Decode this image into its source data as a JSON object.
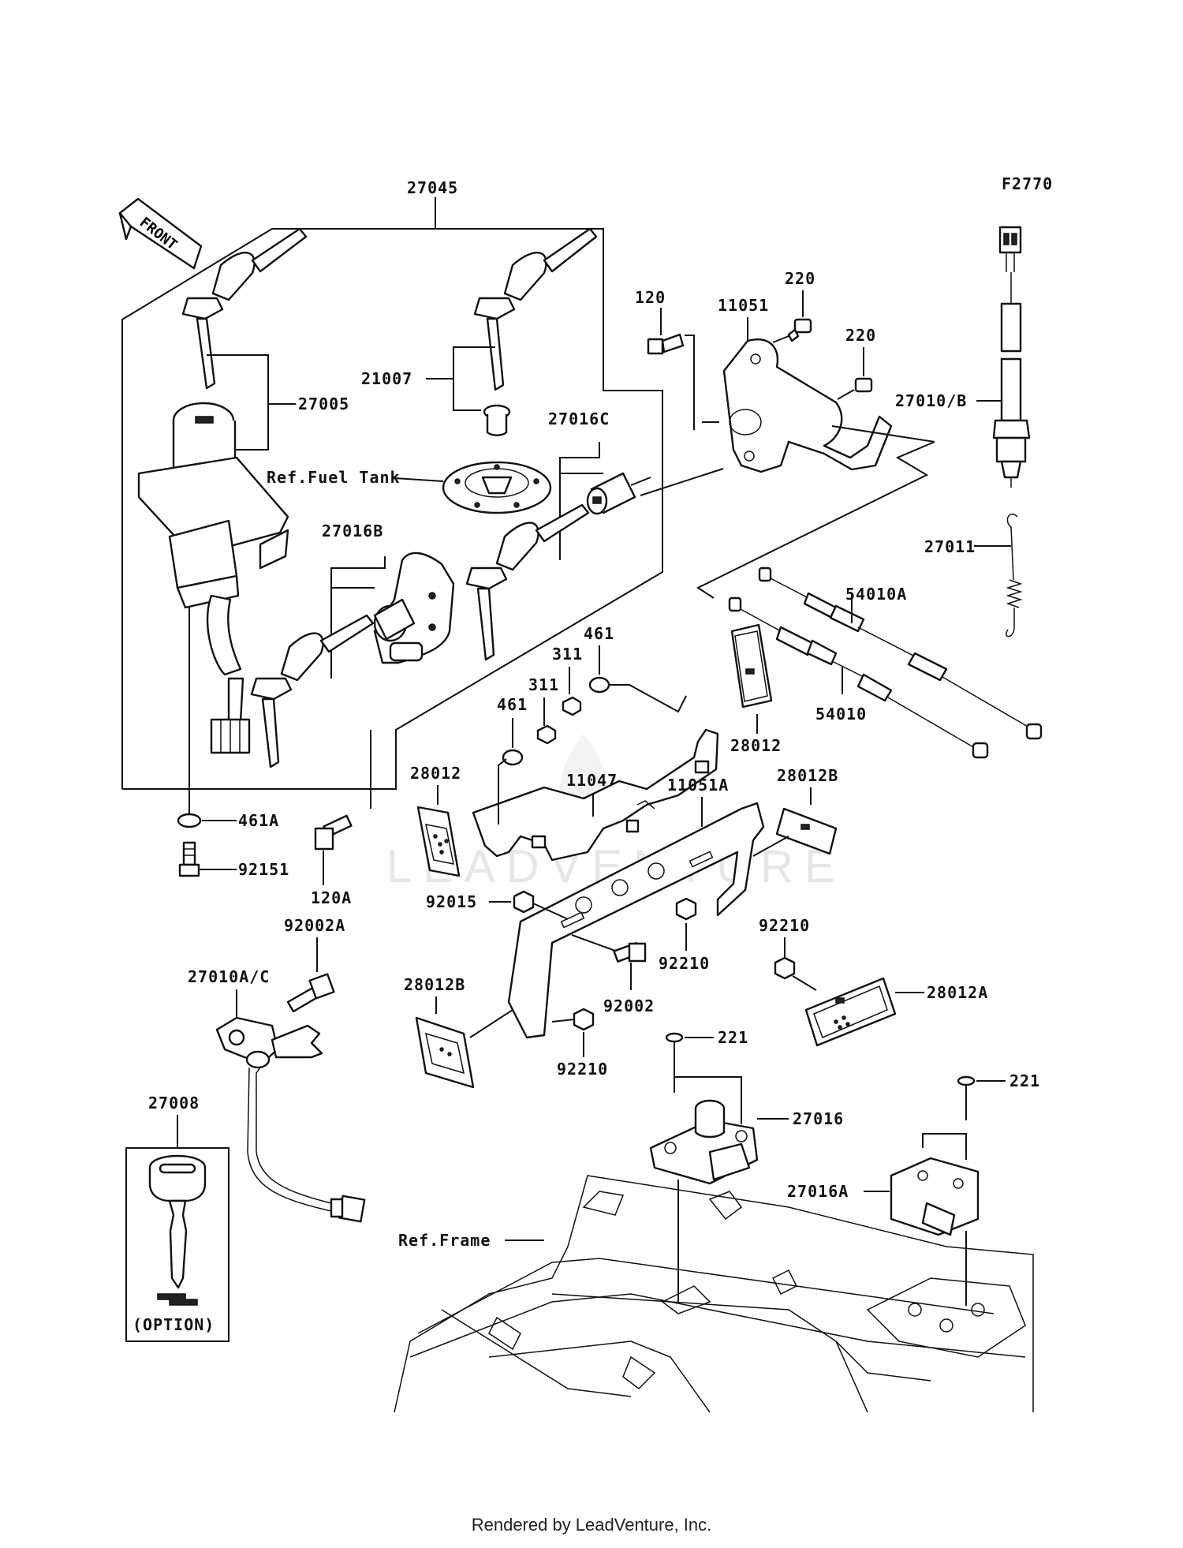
{
  "diagram_code": "F2770",
  "front_marker": "FRONT",
  "footer": "Rendered by LeadVenture, Inc.",
  "watermark": "LEADVENTURE",
  "labels": {
    "l27045": "27045",
    "l27005": "27005",
    "l21007": "21007",
    "lfuel": "Ref.Fuel Tank",
    "l27016c": "27016C",
    "l120": "120",
    "l11051": "11051",
    "l220a": "220",
    "l220b": "220",
    "l27010b": "27010/B",
    "l27011": "27011",
    "l27016b": "27016B",
    "l461a_top": "461",
    "l311a": "311",
    "l311b": "311",
    "l461b": "461",
    "l54010a": "54010A",
    "l54010": "54010",
    "l28012r": "28012",
    "l28012l": "28012",
    "l11047": "11047",
    "l11051a": "11051A",
    "l28012b_top": "28012B",
    "l461A": "461A",
    "l92151": "92151",
    "l120A": "120A",
    "l92002A": "92002A",
    "l92015": "92015",
    "l92210a": "92210",
    "l92210b": "92210",
    "l92210c": "92210",
    "l27010ac": "27010A/C",
    "l28012b_bot": "28012B",
    "l92002": "92002",
    "l28012A": "28012A",
    "l221a": "221",
    "l221b": "221",
    "l27008": "27008",
    "l27016": "27016",
    "l27016A": "27016A",
    "lframe": "Ref.Frame",
    "loption": "(OPTION)"
  }
}
